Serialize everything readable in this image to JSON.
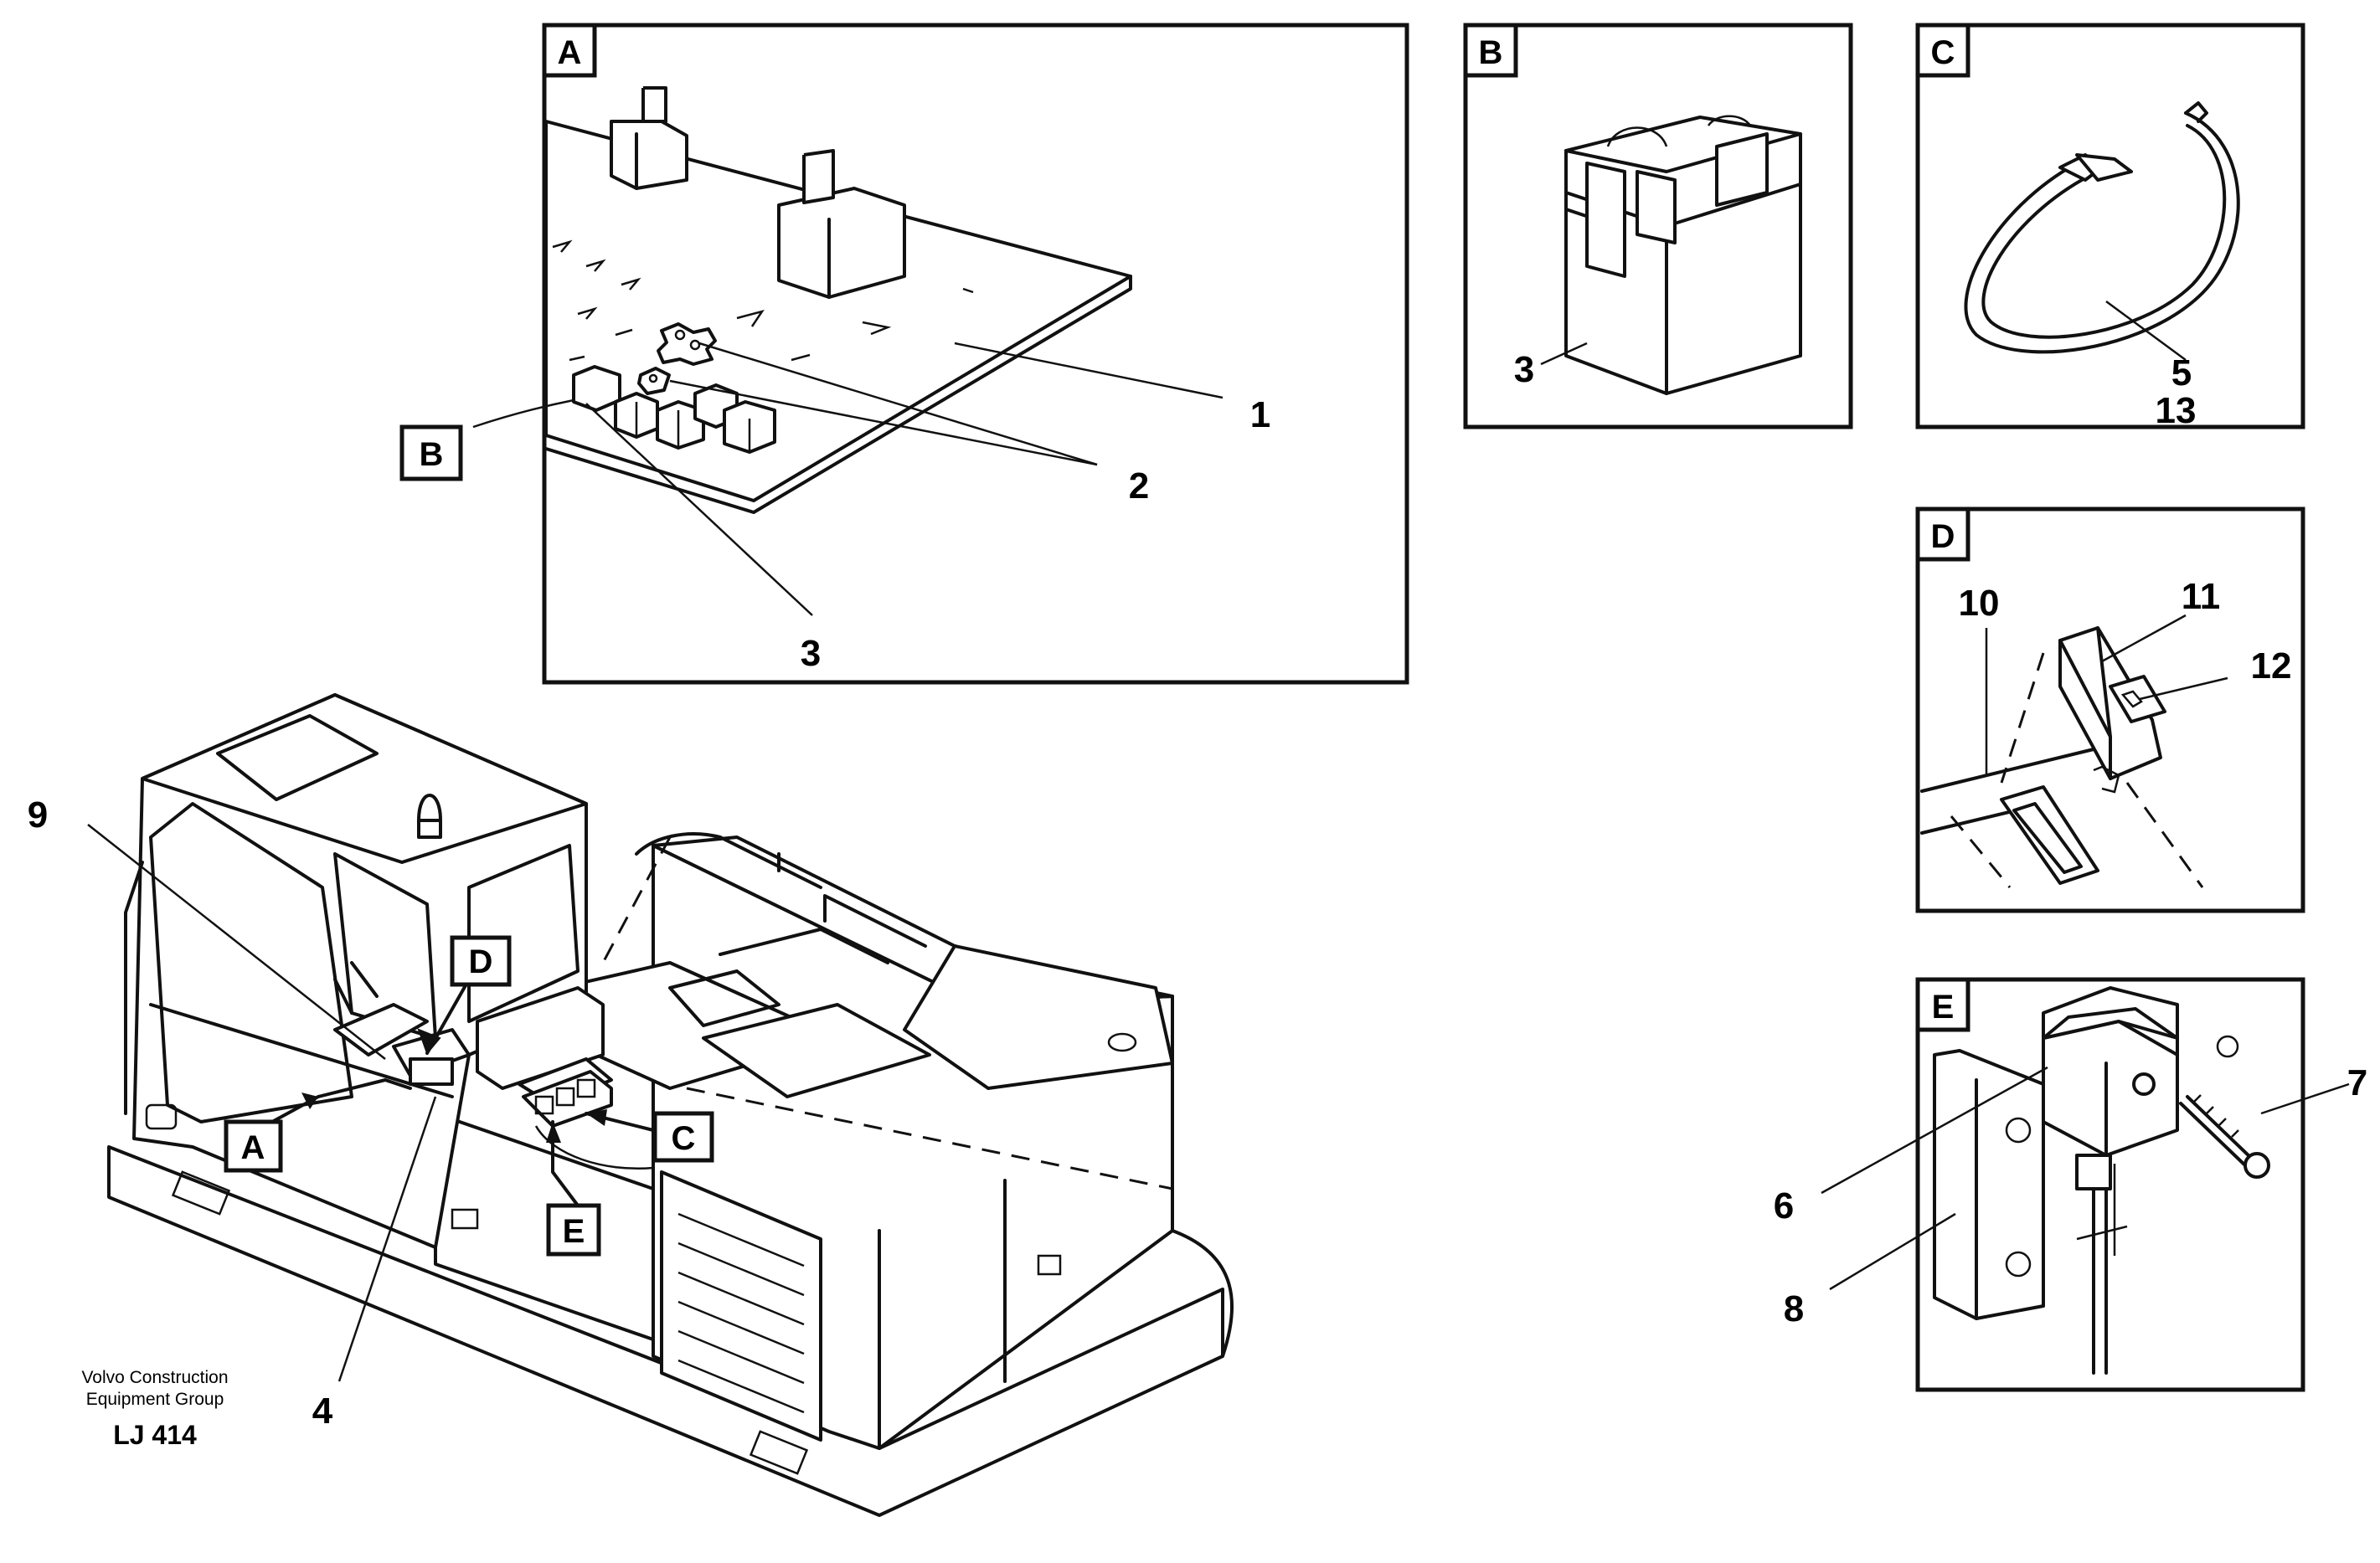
{
  "panels": {
    "A": {
      "label": "A",
      "callouts": [
        "1",
        "2",
        "3"
      ],
      "tag": "B"
    },
    "B": {
      "label": "B",
      "callouts": [
        "3"
      ]
    },
    "C": {
      "label": "C",
      "callouts": [
        "5",
        "13"
      ]
    },
    "D": {
      "label": "D",
      "callouts": [
        "10",
        "11",
        "12"
      ]
    },
    "E": {
      "label": "E",
      "callouts": [
        "7",
        "6",
        "8"
      ]
    }
  },
  "machine": {
    "tags": [
      "D",
      "A",
      "C",
      "E"
    ],
    "callouts": [
      "9",
      "4"
    ]
  },
  "caption": {
    "line1": "Volvo Construction",
    "line2": "Equipment Group",
    "code": "LJ 414"
  }
}
